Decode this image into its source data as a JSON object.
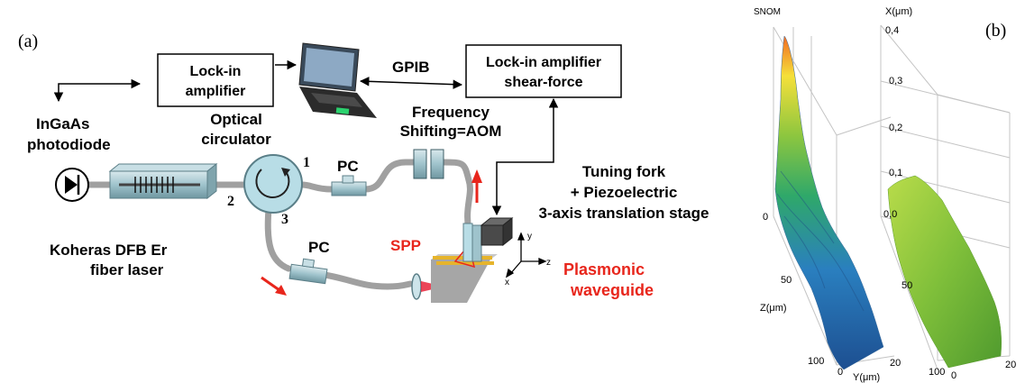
{
  "panel_a": {
    "panel_label": "(a)",
    "lockin_left": {
      "line1": "Lock-in",
      "line2": "amplifier"
    },
    "gpib": "GPIB",
    "lockin_right": {
      "line1": "Lock-in amplifier",
      "line2": "shear-force"
    },
    "photodiode": {
      "line1": "InGaAs",
      "line2": "photodiode"
    },
    "circulator": {
      "line1": "Optical",
      "line2": "circulator"
    },
    "frequency": {
      "line1": "Frequency",
      "line2": "Shifting=AOM"
    },
    "port_1": "1",
    "port_2": "2",
    "port_3": "3",
    "pc_top": "PC",
    "pc_bottom": "PC",
    "tuning": {
      "line1": "Tuning fork",
      "line2": "+ Piezoelectric",
      "line3": "3-axis translation  stage"
    },
    "laser": {
      "line1": "Koheras DFB Er",
      "line2": "fiber laser"
    },
    "spp": "SPP",
    "plasmonic": {
      "line1": "Plasmonic",
      "line2": "waveguide"
    },
    "axes": {
      "x": "x",
      "y": "y",
      "z": "z"
    },
    "colors": {
      "fiber": "#a0a0a0",
      "red": "#e8261c",
      "circulator": "#b8dde6"
    }
  },
  "panel_b": {
    "panel_label": "(b)",
    "snom_label": "SNOM",
    "x_axis_title": "X(μm)",
    "x_ticks": [
      "0,4",
      "0,3",
      "0,2",
      "0,1",
      "0,0"
    ],
    "left_zero": "0",
    "z_axis_title": "Z(μm)",
    "z_ticks_left": [
      "50",
      "100"
    ],
    "z_ticks_right": [
      "50",
      "100"
    ],
    "y_axis_title": "Y(μm)",
    "y_ticks_left": [
      "0",
      "20"
    ],
    "y_ticks_right": [
      "0",
      "20"
    ],
    "surface_colors": {
      "left": [
        "#f26b21",
        "#f5e03a",
        "#8cc63f",
        "#2fa86a",
        "#2a7fbf",
        "#1d4f91"
      ],
      "right": [
        "#b9dc4a",
        "#7fbf3a",
        "#4f9a2e"
      ]
    }
  }
}
